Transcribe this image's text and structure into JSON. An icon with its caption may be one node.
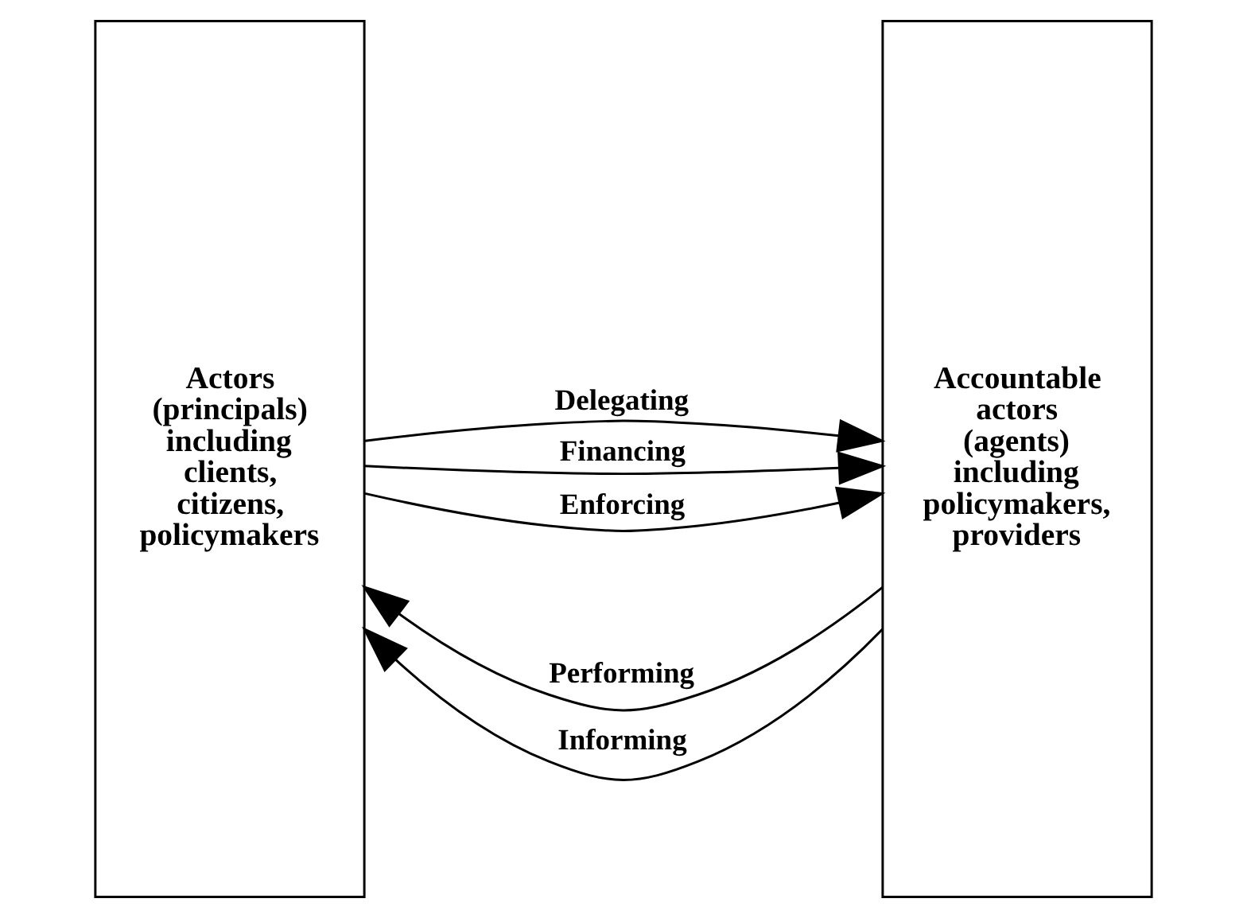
{
  "diagram": {
    "nodes": [
      {
        "text": [
          "Actors (principals) including clients, citizens, policymakers"
        ]
      },
      {
        "text": [
          "Accountable actors (agents) including policymakers, providers"
        ]
      }
    ],
    "edges": [
      {
        "from": 0,
        "to": 1,
        "arrow": "to",
        "label": "Delegating"
      },
      {
        "from": 0,
        "to": 1,
        "arrow": "to",
        "label": "Financing"
      },
      {
        "from": 1,
        "to": 0,
        "arrow": "to",
        "label": "Performing"
      },
      {
        "from": 1,
        "to": 0,
        "arrow": "to",
        "label": "Informing"
      },
      {
        "from": 0,
        "to": 1,
        "arrow": "to",
        "label": "Enforcing"
      }
    ]
  }
}
